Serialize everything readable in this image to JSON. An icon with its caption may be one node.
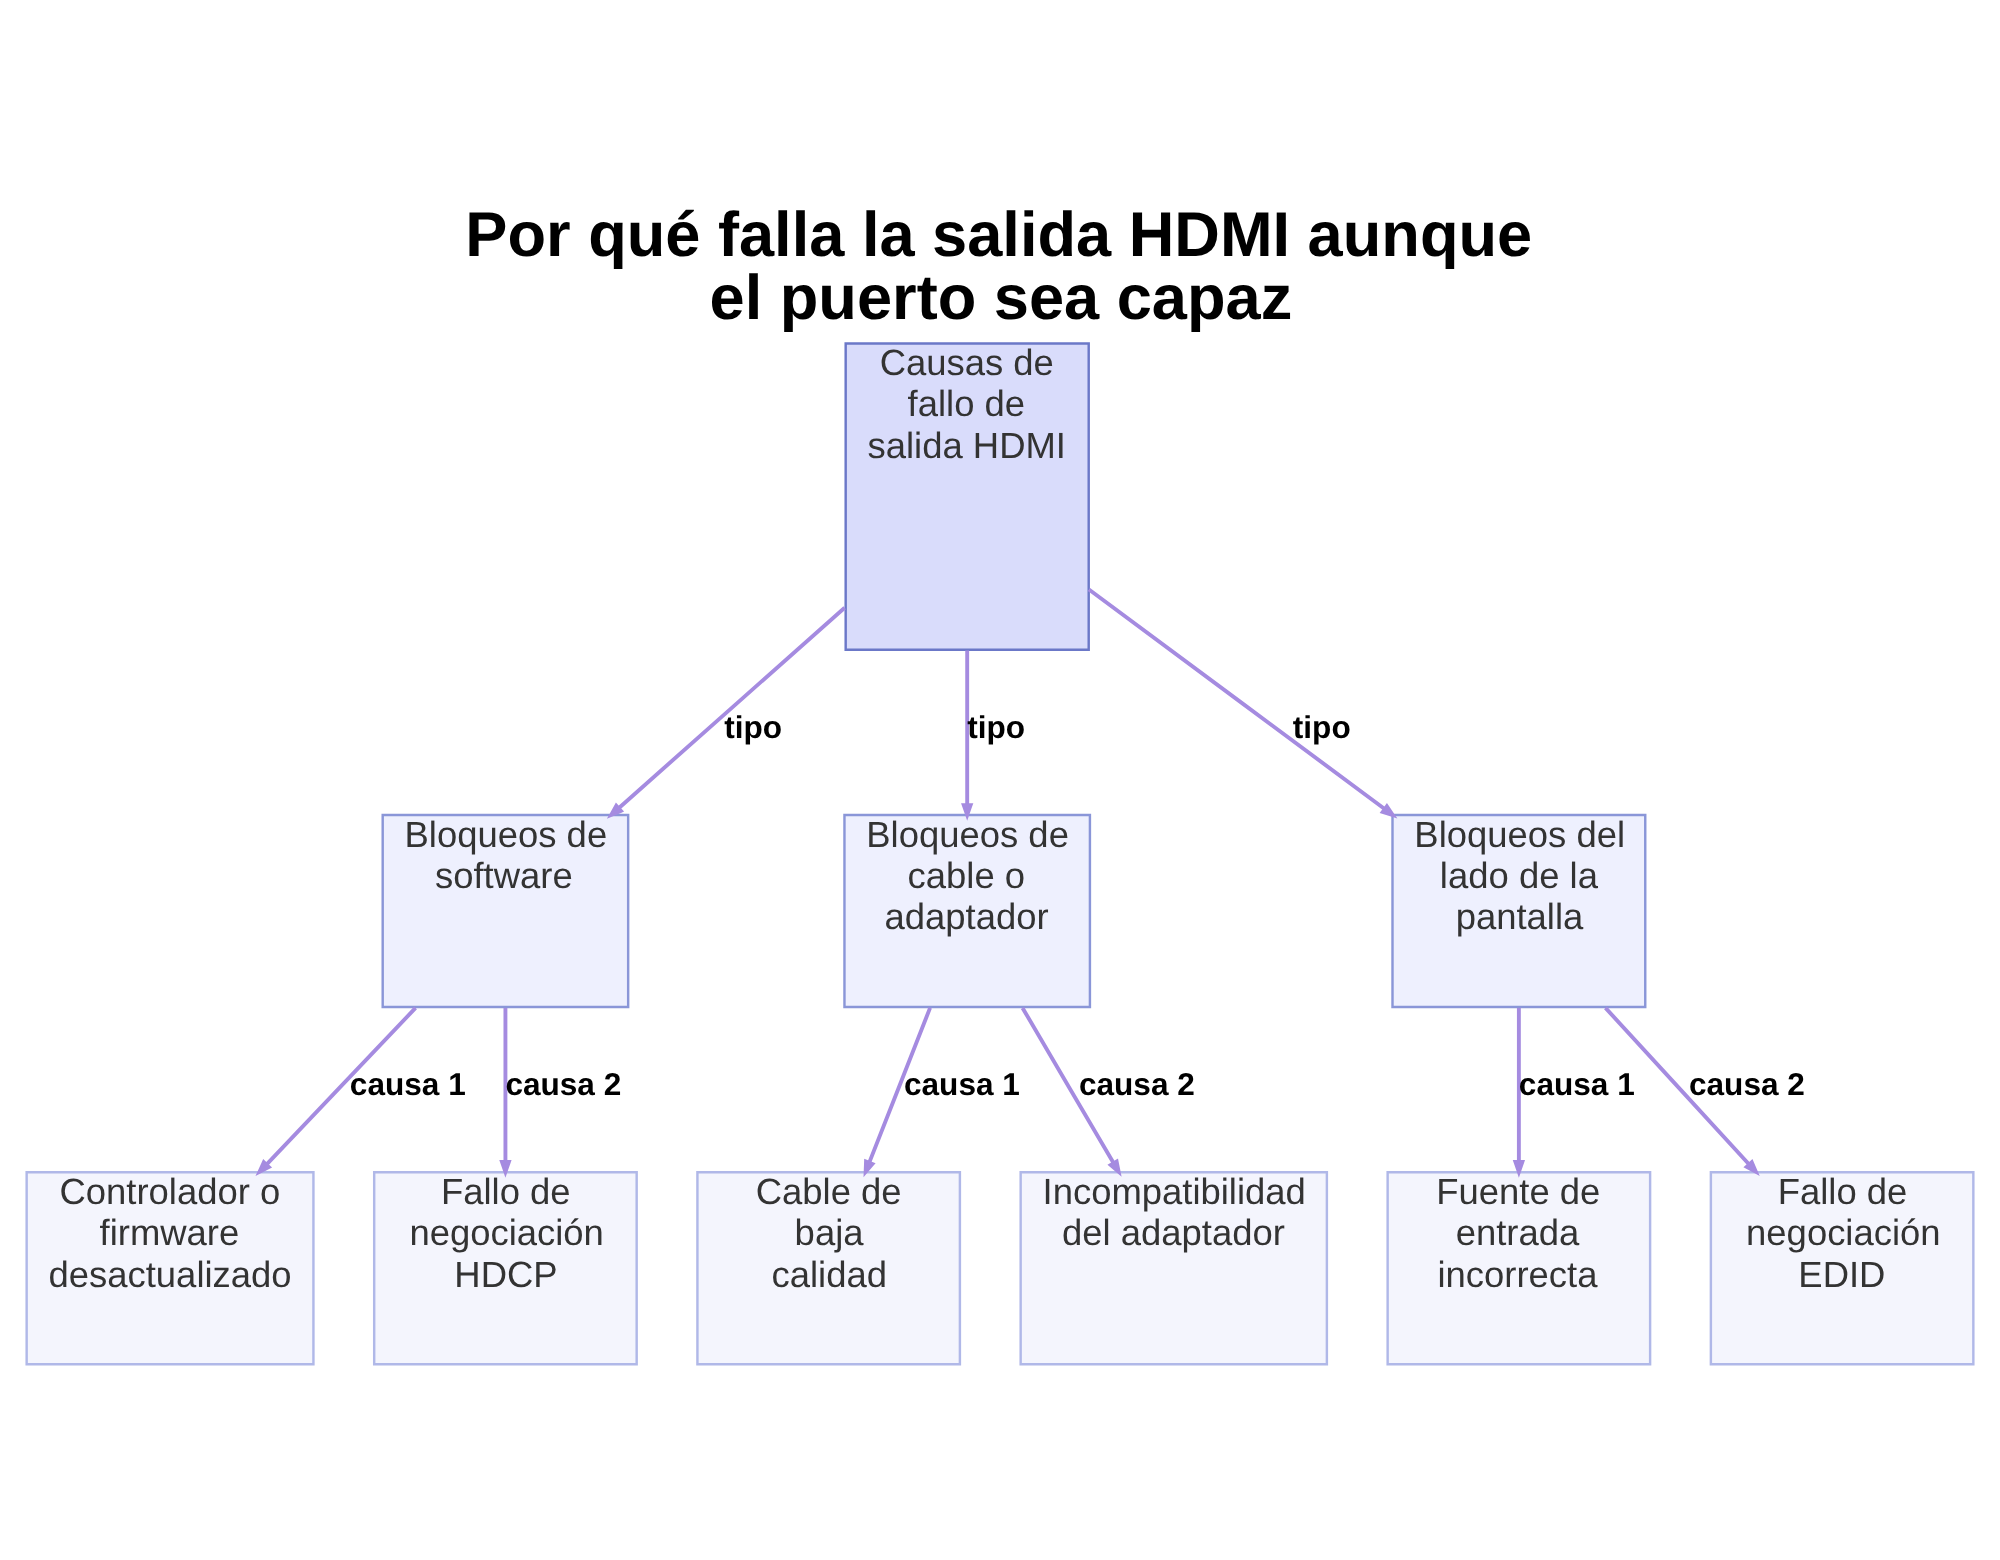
{
  "diagram": {
    "title": "Por qué falla la salida HDMI aunque el puerto sea capaz",
    "nodes": [
      {
        "text": [
          "Causas de fallo de salida HDMI"
        ]
      },
      {
        "text": [
          "Bloqueos de software"
        ]
      },
      {
        "text": [
          "Bloqueos de cable o adaptador"
        ]
      },
      {
        "text": [
          "Bloqueos del lado de la pantalla"
        ]
      },
      {
        "text": [
          "Controlador o firmware desactualizado"
        ]
      },
      {
        "text": [
          "Fallo de negociación HDCP"
        ]
      },
      {
        "text": [
          "Cable de baja calidad"
        ]
      },
      {
        "text": [
          "Incompatibilidad del adaptador"
        ]
      },
      {
        "text": [
          "Fuente de entrada incorrecta"
        ]
      },
      {
        "text": [
          "Fallo de negociación EDID"
        ]
      }
    ],
    "edges": [
      {
        "from": 0,
        "to": 1,
        "arrow": "to",
        "label": "tipo"
      },
      {
        "from": 0,
        "to": 2,
        "arrow": "to",
        "label": "tipo"
      },
      {
        "from": 0,
        "to": 3,
        "arrow": "to",
        "label": "tipo"
      },
      {
        "from": 1,
        "to": 4,
        "arrow": "to",
        "label": "causa 1"
      },
      {
        "from": 1,
        "to": 5,
        "arrow": "to",
        "label": "causa 2"
      },
      {
        "from": 2,
        "to": 6,
        "arrow": "to",
        "label": "causa 1"
      },
      {
        "from": 2,
        "to": 7,
        "arrow": "to",
        "label": "causa 2"
      },
      {
        "from": 3,
        "to": 8,
        "arrow": "to",
        "label": "causa 1"
      },
      {
        "from": 3,
        "to": 9,
        "arrow": "to",
        "label": "causa 2"
      }
    ]
  }
}
